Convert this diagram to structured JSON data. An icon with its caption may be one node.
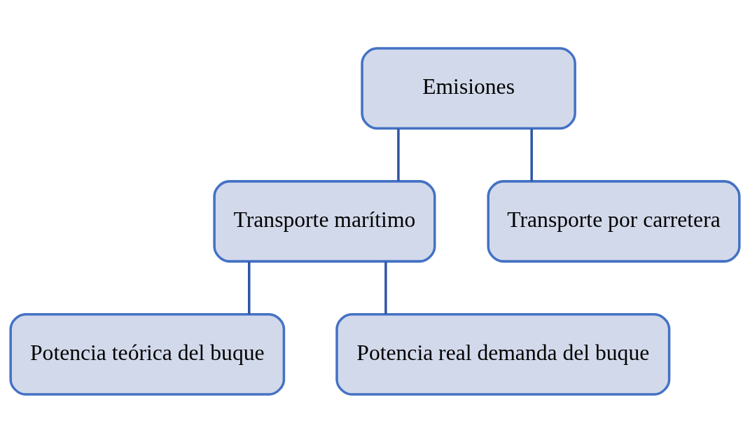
{
  "diagram": {
    "nodes": [
      {
        "text": [
          "Emisiones"
        ]
      },
      {
        "text": [
          "Transporte marítimo"
        ]
      },
      {
        "text": [
          "Transporte por carretera"
        ]
      },
      {
        "text": [
          "Potencia teórica del buque"
        ]
      },
      {
        "text": [
          "Potencia real demanda del buque"
        ]
      }
    ],
    "edges": [
      {
        "from": 0,
        "to": 1,
        "arrow": "none"
      },
      {
        "from": 0,
        "to": 2,
        "arrow": "none"
      },
      {
        "from": 1,
        "to": 3,
        "arrow": "none"
      },
      {
        "from": 1,
        "to": 4,
        "arrow": "none"
      }
    ]
  }
}
